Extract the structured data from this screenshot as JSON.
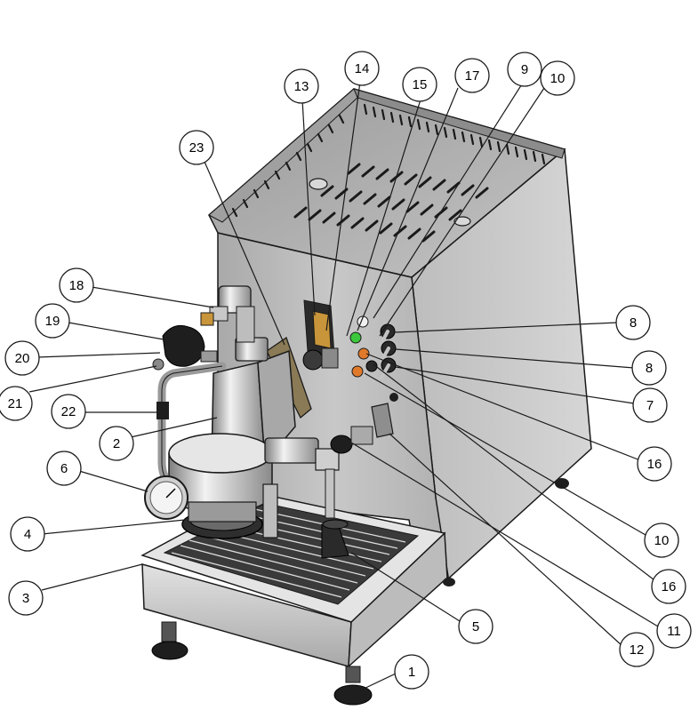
{
  "diagram": {
    "callouts": [
      {
        "id": "c1",
        "label": "1"
      },
      {
        "id": "c2",
        "label": "2"
      },
      {
        "id": "c3",
        "label": "3"
      },
      {
        "id": "c4",
        "label": "4"
      },
      {
        "id": "c5",
        "label": "5"
      },
      {
        "id": "c6",
        "label": "6"
      },
      {
        "id": "c7",
        "label": "7"
      },
      {
        "id": "c8a",
        "label": "8"
      },
      {
        "id": "c8b",
        "label": "8"
      },
      {
        "id": "c9",
        "label": "9"
      },
      {
        "id": "c10a",
        "label": "10"
      },
      {
        "id": "c10b",
        "label": "10"
      },
      {
        "id": "c11",
        "label": "11"
      },
      {
        "id": "c12",
        "label": "12"
      },
      {
        "id": "c13",
        "label": "13"
      },
      {
        "id": "c14",
        "label": "14"
      },
      {
        "id": "c15",
        "label": "15"
      },
      {
        "id": "c16a",
        "label": "16"
      },
      {
        "id": "c16b",
        "label": "16"
      },
      {
        "id": "c17",
        "label": "17"
      },
      {
        "id": "c18",
        "label": "18"
      },
      {
        "id": "c19",
        "label": "19"
      },
      {
        "id": "c20",
        "label": "20"
      },
      {
        "id": "c21",
        "label": "21"
      },
      {
        "id": "c22",
        "label": "22"
      },
      {
        "id": "c23",
        "label": "23"
      }
    ]
  },
  "colors": {
    "outline": "#1a1a1a",
    "steel_light": "#d9d9d9",
    "steel_mid": "#b5b5b5",
    "steel_dark": "#8e8e8e",
    "tray": "#cfcfcf",
    "brass": "#c8953a",
    "green_light": "#3cc83c",
    "orange_light": "#e07a2a"
  }
}
